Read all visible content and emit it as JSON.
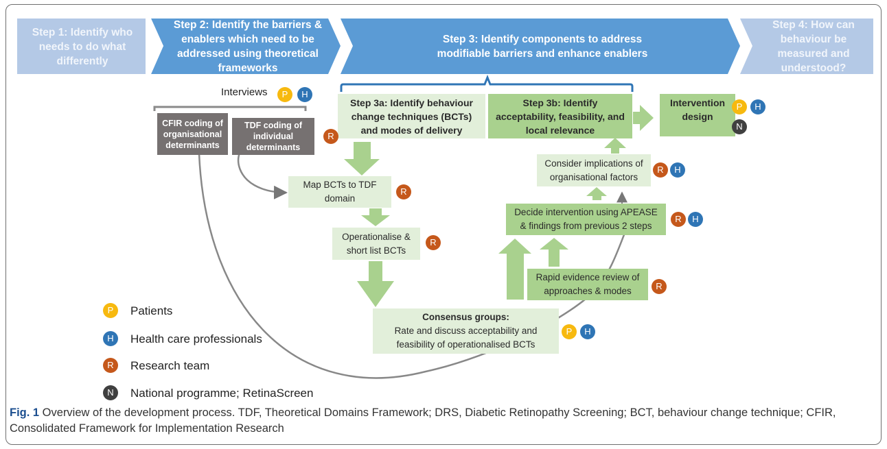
{
  "steps": {
    "step1": "Step 1: Identify who\nneeds to do what\ndifferently",
    "step2": "Step 2: Identify the barriers &\nenablers which need to be\naddressed using theoretical\nframeworks",
    "step3": "Step 3: Identify  components to address\nmodifiable barriers and enhance enablers",
    "step4": "Step 4:  How can\nbehaviour be\nmeasured and\nunderstood?"
  },
  "interviews_label": "Interviews",
  "boxes": {
    "cfir": "CFIR coding of\norganisational\ndeterminants",
    "tdf": "TDF coding of\nindividual\ndeterminants",
    "step3a": "Step 3a: Identify  behaviour\nchange techniques (BCTs)\nand modes of delivery",
    "step3b": "Step 3b: Identify\nacceptability, feasibility, and\nlocal relevance",
    "intervention_design": "Intervention\ndesign",
    "map_bcts": "Map BCTs to TDF\ndomain",
    "operationalise": "Operationalise &\nshort list BCTs",
    "consider": "Consider implications of\norganisational factors",
    "decide": "Decide intervention using APEASE\n& findings from previous 2 steps",
    "rapid": "Rapid evidence review of\napproaches & modes",
    "consensus_title": "Consensus groups:",
    "consensus_body": "Rate and discuss acceptability and\nfeasibility of operationalised BCTs"
  },
  "badges": {
    "P": "P",
    "H": "H",
    "R": "R",
    "N": "N"
  },
  "legend": [
    {
      "key": "P",
      "label": "Patients"
    },
    {
      "key": "H",
      "label": "Health care professionals"
    },
    {
      "key": "R",
      "label": "Research team"
    },
    {
      "key": "N",
      "label": "National programme; RetinaScreen"
    }
  ],
  "caption": {
    "fig": "Fig. 1",
    "text": " Overview of the development process. TDF, Theoretical Domains Framework; DRS, Diabetic Retinopathy Screening; BCT, behaviour change technique; CFIR, Consolidated Framework for Implementation Research"
  },
  "colors": {
    "step_blue": "#5b9bd5",
    "step_faded": "#b4c9e6",
    "green_dark": "#a9d18e",
    "green_light": "#e2efda",
    "gray_box": "#767171",
    "patients": "#f7b90f",
    "hcp": "#2f75b5",
    "research": "#c5581b",
    "national": "#404040"
  }
}
